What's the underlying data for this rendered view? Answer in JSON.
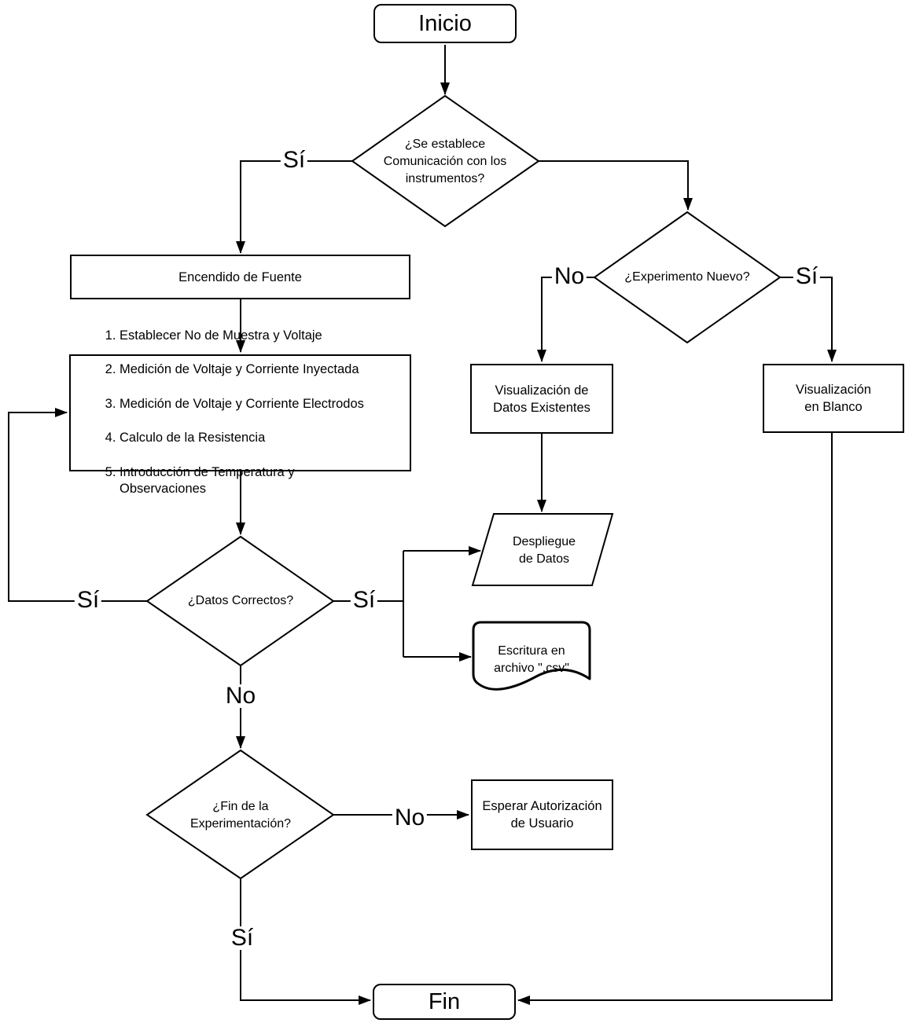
{
  "diagram": {
    "background": "#ffffff",
    "stroke_color": "#000000",
    "nodes": {
      "inicio": "Inicio",
      "comunicacion": "¿Se establece\nComunicación con los\ninstrumentos?",
      "encendido": "Encendido de Fuente",
      "proceso_items": [
        "Establecer No de Muestra y Voltaje",
        "Medición de Voltaje y Corriente Inyectada",
        "Medición de Voltaje y Corriente Electrodos",
        "Calculo de la Resistencia",
        "Introducción de Temperatura y\nObservaciones"
      ],
      "datos_correctos": "¿Datos Correctos?",
      "experimento_nuevo": "¿Experimento Nuevo?",
      "visualizacion_datos": "Visualización de\nDatos Existentes",
      "visualizacion_blanco": "Visualización\nen Blanco",
      "despliegue": "Despliegue\nde Datos",
      "escritura": "Escritura en\narchivo \".csv\"",
      "fin_experimentacion": "¿Fin de la\nExperimentación?",
      "esperar_autorizacion": "Esperar Autorización\nde Usuario",
      "fin": "Fin"
    },
    "edge_labels": {
      "comunicacion_si": "Sí",
      "experimento_no": "No",
      "experimento_si": "Sí",
      "datos_si_loop": "Sí",
      "datos_si_salida": "Sí",
      "datos_no": "No",
      "fin_exp_no": "No",
      "fin_exp_si": "Sí"
    }
  }
}
